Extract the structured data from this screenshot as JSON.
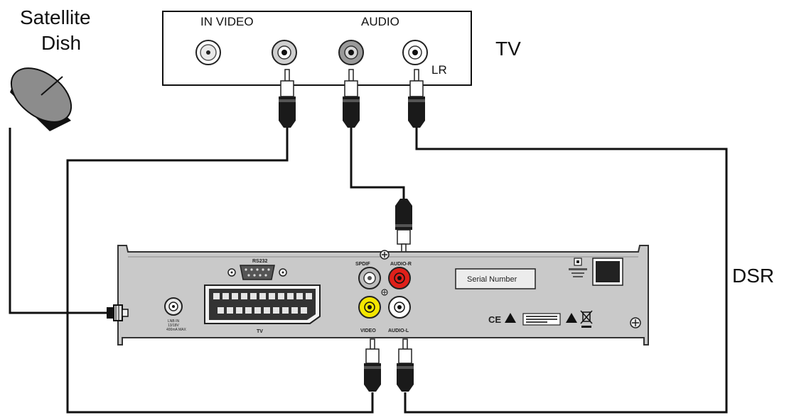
{
  "labels": {
    "satellite_line1": "Satellite",
    "satellite_line2": "Dish",
    "tv": "TV",
    "dsr": "DSR"
  },
  "tv_panel": {
    "in_video": "IN VIDEO",
    "audio": "AUDIO",
    "lr": "LR"
  },
  "receiver": {
    "rs232": "RS232",
    "scart_tv": "TV",
    "spdif": "SPDIF",
    "audio_r": "AUDIO-R",
    "video": "VIDEO",
    "audio_l": "AUDIO-L",
    "serial_number": "Serial Number",
    "ce": "CE",
    "lnb_in": "LNB IN",
    "lnb_in_sub1": "13/18V",
    "lnb_in_sub2": "400mA MAX"
  },
  "colors": {
    "receiver_body": "#c9c9c9",
    "rca_red": "#e0201a",
    "rca_yellow": "#f3e600",
    "rca_white": "#ffffff",
    "cable": "#111111"
  }
}
